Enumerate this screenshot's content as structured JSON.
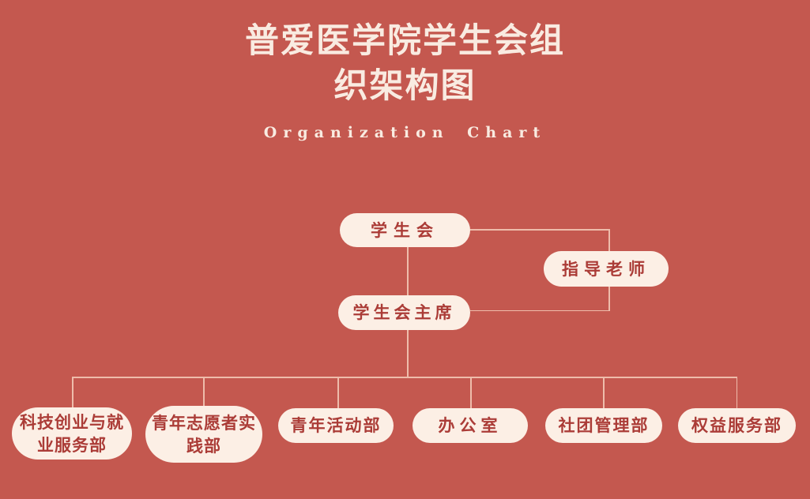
{
  "header": {
    "title_line1": "普爱医学院学生会组",
    "title_line2": "织架构图",
    "subtitle": "Organization Chart"
  },
  "chart": {
    "root": {
      "label": "学生会"
    },
    "advisor": {
      "label": "指导老师"
    },
    "president": {
      "label": "学生会主席"
    },
    "departments": [
      {
        "label": "科技创业与就业服务部"
      },
      {
        "label": "青年志愿者实践部"
      },
      {
        "label": "青年活动部"
      },
      {
        "label": "办公室"
      },
      {
        "label": "社团管理部"
      },
      {
        "label": "权益服务部"
      }
    ],
    "hierarchy_note": "学生会 → 指导老师(侧挂), 学生会主席 → 六个部门"
  },
  "colors": {
    "background": "#c4584f",
    "node_fill": "#fcefe5",
    "node_text": "#ab3c37",
    "title_text": "#f9ebe1",
    "connector": "#eebcab"
  }
}
